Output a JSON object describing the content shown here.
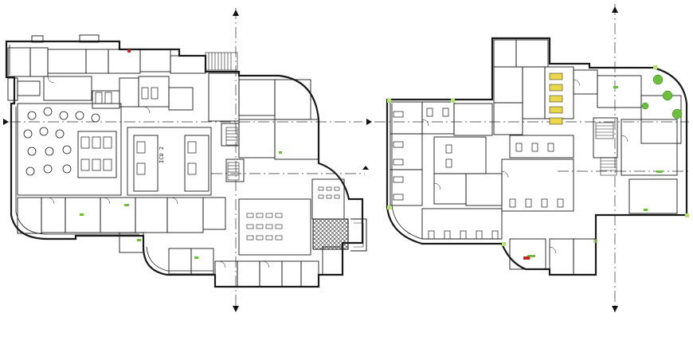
{
  "drawing": {
    "type": "architectural floor plans",
    "colors": {
      "line": "#1a1a1a",
      "thin_line": "#444444",
      "background": "#ffffff",
      "accent_green": "#6bbf3a",
      "accent_light_green": "#b7e27a",
      "accent_red": "#cc2222",
      "accent_yellow": "#e9d84a"
    },
    "left_plan": {
      "room_label": "ICU 2"
    },
    "right_plan": {},
    "section_markers": [
      "triangle-marker",
      "triangle-marker",
      "triangle-marker",
      "triangle-marker",
      "triangle-marker",
      "triangle-marker"
    ]
  }
}
